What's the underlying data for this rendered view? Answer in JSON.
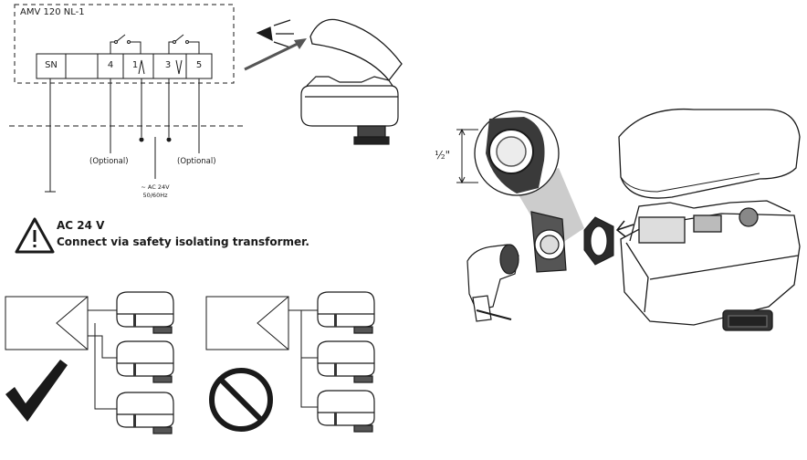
{
  "wiring": {
    "model": "AMV 120 NL-1",
    "terminals": [
      "SN",
      "",
      "4",
      "1",
      "3",
      "5"
    ],
    "optional_left": "(Optional)",
    "optional_right": "(Optional)",
    "supply_line1": "~ AC 24V",
    "supply_line2": "50/60Hz"
  },
  "warning": {
    "title": "AC 24 V",
    "body": "Connect via safety isolating transformer."
  },
  "install": {
    "dimension": "½\""
  },
  "icons": {
    "warning": "warning-triangle-icon",
    "correct": "checkmark-icon",
    "incorrect": "prohibited-icon",
    "light": "light-beam-icon"
  }
}
